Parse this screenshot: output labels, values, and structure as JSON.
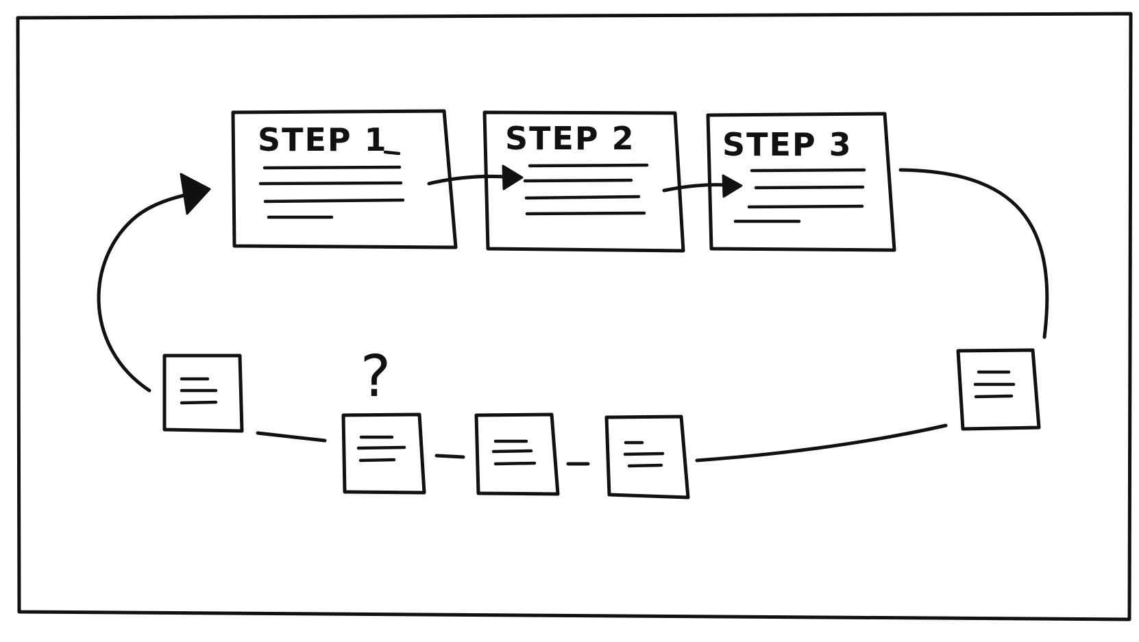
{
  "steps": [
    {
      "label": "STEP 1"
    },
    {
      "label": "STEP 2"
    },
    {
      "label": "STEP 3"
    }
  ],
  "question_mark": "?",
  "colors": {
    "ink": "#111111",
    "paper": "#ffffff"
  }
}
